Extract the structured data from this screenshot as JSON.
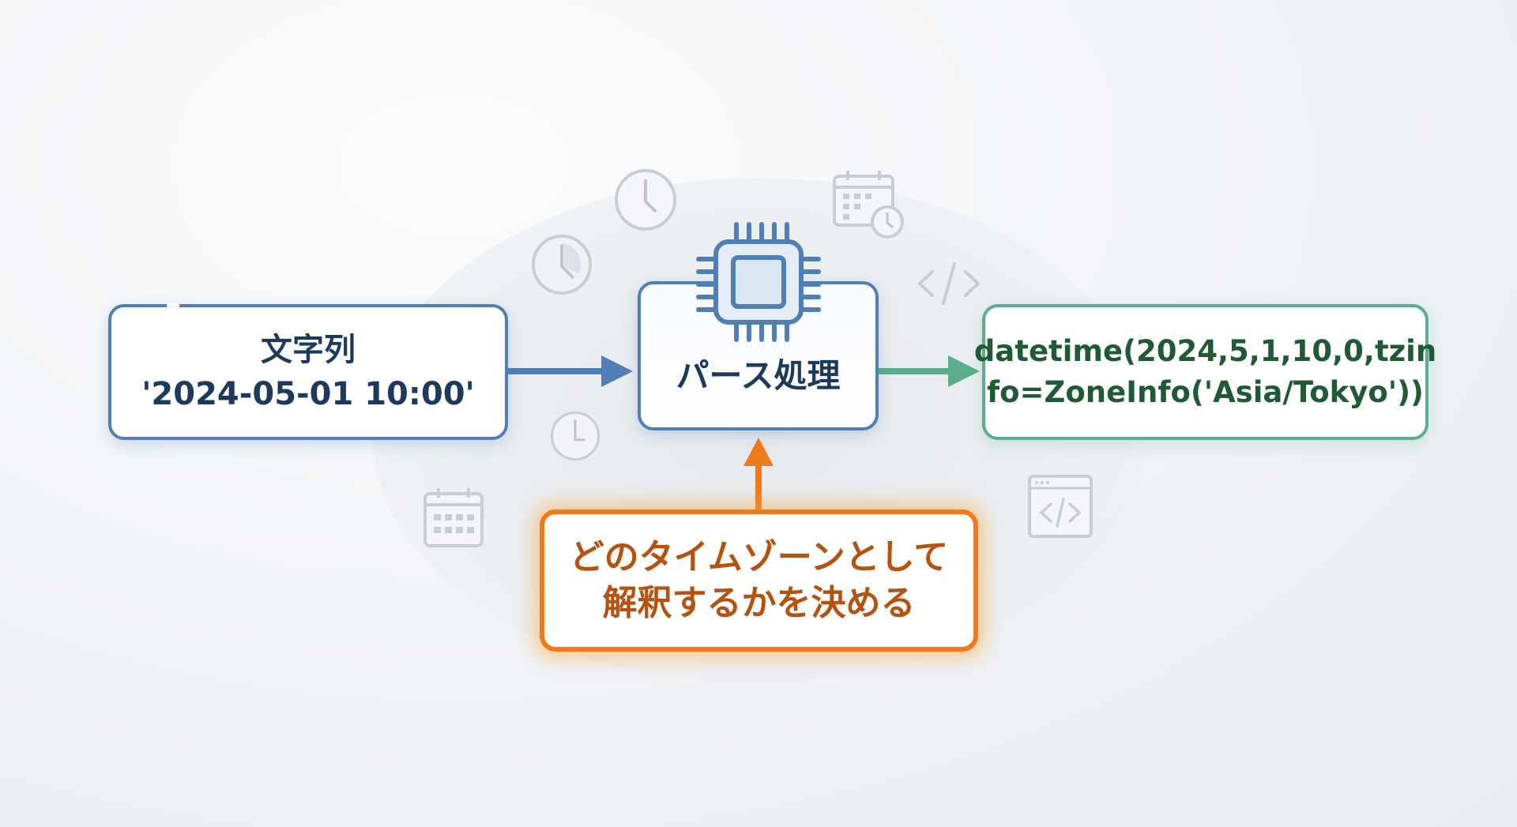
{
  "input_box": {
    "title": "文字列",
    "value": "'2024-05-01 10:00'"
  },
  "parse_box": {
    "label": "パース処理",
    "icon": "cpu-chip-icon"
  },
  "output_box": {
    "line1": "datetime(2024,5,1,10,0,tzin",
    "line2": "fo=ZoneInfo('Asia/Tokyo'))"
  },
  "note_box": {
    "line1": "どのタイムゾーンとして",
    "line2": "解釈するかを決める"
  },
  "colors": {
    "blue": "#4f7fb5",
    "green": "#5aae8c",
    "orange": "#ee7a1c",
    "text_blue": "#1d3a5c",
    "text_green": "#1f5a34",
    "text_orange": "#b5520f"
  },
  "decorative_icons": [
    "clock-icon",
    "calendar-clock-icon",
    "code-icon",
    "calendar-icon",
    "browser-code-icon"
  ]
}
